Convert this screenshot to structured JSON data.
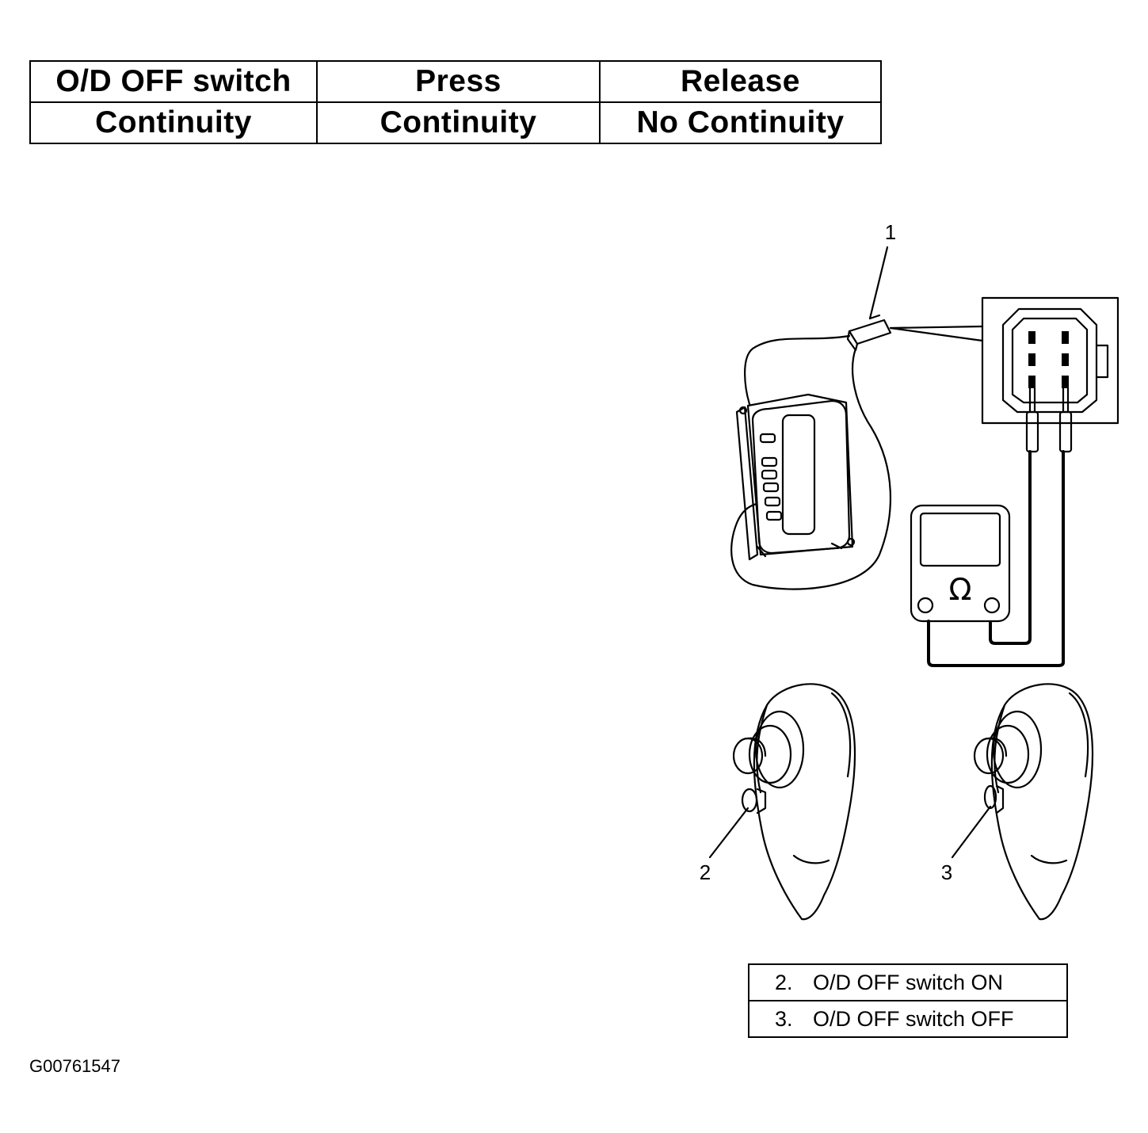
{
  "continuity_table": {
    "header": [
      "O/D OFF switch",
      "Press",
      "Release"
    ],
    "row": [
      "Continuity",
      "Continuity",
      "No Continuity"
    ]
  },
  "callouts": {
    "connector": "1",
    "switch_on": "2",
    "switch_off": "3"
  },
  "meter_symbol": "Ω",
  "legend": [
    {
      "num": "2.",
      "text": "O/D OFF switch ON"
    },
    {
      "num": "3.",
      "text": "O/D OFF switch OFF"
    }
  ],
  "figure_code": "G00761547"
}
